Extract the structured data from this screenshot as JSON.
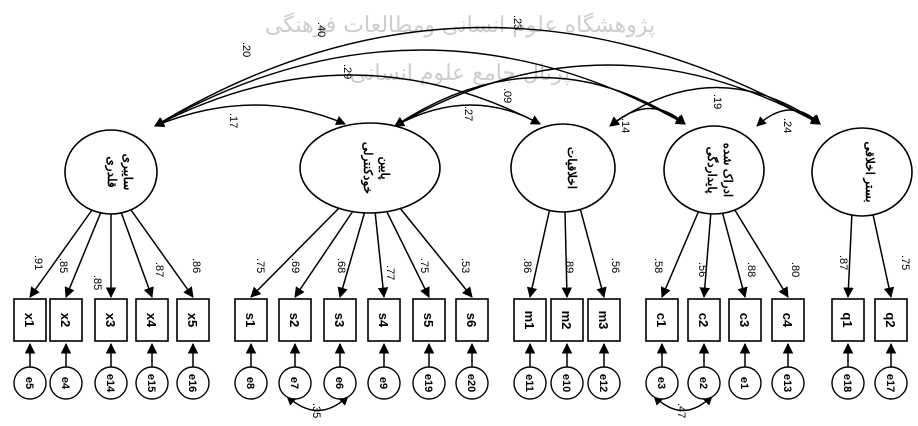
{
  "watermark": {
    "line1": "پژوهشگاه علوم انسانی ومطالعات فرهنگی",
    "line2": "پرتال جامع علوم انسانی"
  },
  "latents": {
    "f1": {
      "line1": "قلدری",
      "line2": "سایبری"
    },
    "f2": {
      "line1": "خودکنترلی",
      "line2": "پایین"
    },
    "f3": {
      "line1": "اخلاقیات",
      "line2": ""
    },
    "f4": {
      "line1": "پایداردگی",
      "line2": "ادراک شده"
    },
    "f5": {
      "line1": "بستر اخلاقی",
      "line2": ""
    }
  },
  "observed": {
    "x1": "x1",
    "x2": "x2",
    "x3": "x3",
    "x4": "x4",
    "x5": "x5",
    "s1": "s1",
    "s2": "s2",
    "s3": "s3",
    "s4": "s4",
    "s5": "s5",
    "s6": "s6",
    "m1": "m1",
    "m2": "m2",
    "m3": "m3",
    "c1": "c1",
    "c2": "c2",
    "c3": "c3",
    "c4": "c4",
    "q1": "q1",
    "q2": "q2"
  },
  "errors": {
    "x1": "e5",
    "x2": "e4",
    "x3": "e14",
    "x4": "e15",
    "x5": "e16",
    "s1": "e8",
    "s2": "e7",
    "s3": "e6",
    "s4": "e9",
    "s5": "e19",
    "s6": "e20",
    "m1": "e11",
    "m2": "e10",
    "m3": "e12",
    "c1": "e3",
    "c2": "e2",
    "c3": "e1",
    "c4": "e13",
    "q1": "e18",
    "q2": "e17"
  },
  "loadings": {
    "x1": ".91",
    "x2": ".85",
    "x3": ".85",
    "x4": ".87",
    "x5": ".86",
    "s1": ".75",
    "s2": ".69",
    "s3": ".68",
    "s4": ".77",
    "s5": ".75",
    "s6": ".53",
    "m1": ".86",
    "m2": ".89",
    "m3": ".56",
    "c1": ".58",
    "c2": ".56",
    "c3": ".88",
    "c4": ".80",
    "q1": ".87",
    "q2": ".75"
  },
  "correlations": {
    "f1_f2": ".17",
    "f1_f3": ".29",
    "f1_f4": ".20",
    "f1_f5": ".40",
    "f2_f3": ".27",
    "f2_f4": ".09",
    "f2_f5": ".23",
    "f3_f4": ".14",
    "f3_f5": ".19",
    "f4_f5": ".24"
  },
  "error_covariances": {
    "e7_e6": ".35",
    "e3_e2": ".47"
  }
}
